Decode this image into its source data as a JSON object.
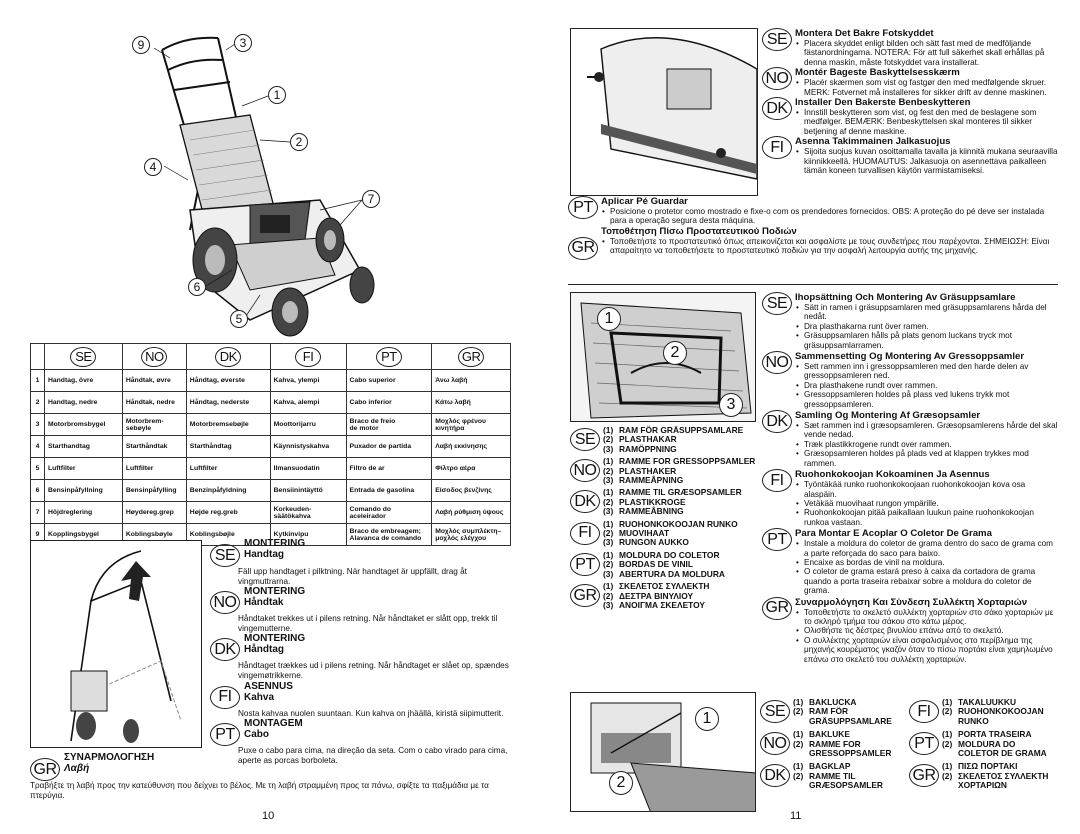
{
  "page_left_number": "10",
  "page_right_number": "11",
  "lang": {
    "se": "SE",
    "no": "NO",
    "dk": "DK",
    "fi": "FI",
    "pt": "PT",
    "gr": "GR"
  },
  "mower_callouts": [
    "9",
    "3",
    "1",
    "2",
    "4",
    "7",
    "6",
    "5"
  ],
  "parts_table": {
    "headers": [
      "SE",
      "NO",
      "DK",
      "FI",
      "PT",
      "GR"
    ],
    "rows": [
      [
        "1",
        "Handtag, övre",
        "Håndtak, øvre",
        "Håndtag, øverste",
        "Kahva, ylempi",
        "Cabo superior",
        "Άνω λαβή"
      ],
      [
        "2",
        "Handtag, nedre",
        "Håndtak, nedre",
        "Håndtag, nederste",
        "Kahva, alempi",
        "Cabo inferior",
        "Κάτω λαβή"
      ],
      [
        "3",
        "Motorbromsbygel",
        "Motorbrem-\nsebøyle",
        "Motorbremsebøjle",
        "Moottorijarru",
        "Braco de freio\nde motor",
        "Μοχλός φρένου\nκινητήρα"
      ],
      [
        "4",
        "Starthandtag",
        "Starthåndtak",
        "Starthåndtag",
        "Käynnistyskahva",
        "Puxador de partida",
        "Λαβή εκκίνησης"
      ],
      [
        "5",
        "Luftfilter",
        "Luftfilter",
        "Luftfilter",
        "Ilmansuodatin",
        "Filtro de ar",
        "Φίλτρο αέρα"
      ],
      [
        "6",
        "Bensinpåfyllning",
        "Bensinpåfylling",
        "Benzinpåfyldning",
        "Bensiinintäyttö",
        "Entrada de gasolina",
        "Είσοδος βενζίνης"
      ],
      [
        "7",
        "Höjdreglering",
        "Høydereg.grep",
        "Højde reg.greb",
        "Korkeuden-\nsäätökahva",
        "Comando do\naceleirador",
        "Λαβή ρύθμιση ύψους"
      ],
      [
        "9",
        "Kopplingsbygel",
        "Koblingsbøyle",
        "Koblingsbøjle",
        "Kytkinvipu",
        "Braco de embreagem;\nAlavanca de comando",
        "Μοχλός συμπλέκτη–\nμοχλός ελέγχου"
      ]
    ]
  },
  "handle_section": {
    "se_title1": "MONTERING",
    "se_title2": "Handtag",
    "se_text": "Fäll upp handtaget i pilktning. När handtaget är uppfällt, drag åt vingmuttrarna.",
    "no_title1": "MONTERING",
    "no_title2": "Håndtak",
    "no_text": "Håndtaket trekkes ut i pilens retning. Når håndtaket er slått opp, trekk til vingemutterne.",
    "dk_title1": "MONTERING",
    "dk_title2": "Håndtag",
    "dk_text": "Håndtaget trækkes ud i pilens retning. Når håndtaget er slået op, spændes vingemøtrikkerne.",
    "fi_title1": "ASENNUS",
    "fi_title2": "Kahva",
    "fi_text": "Nosta kahvaa nuolen suuntaan. Kun kahva on jhäällä, kiristä siipimutterit.",
    "pt_title1": "MONTAGEM",
    "pt_title2": "Cabo",
    "pt_text": "Puxe o cabo para cima, na direção da seta. Com o cabo virado para cima, aperte as porcas borboleta.",
    "gr_title1": "ΣΥΝΑΡΜΟΛΟΓΗΣΗ",
    "gr_title2": "Λαβή",
    "gr_text": "Τραβήξτε τη λαβή προς την κατεύθυνση που δείχνει το βέλος. Με τη λαβή στραμμένη προς τα πάνω, σφίξτε τα παξιμάδια με τα πτερύγια."
  },
  "rear_guard": {
    "se_title": "Montera Det Bakre Fotskyddet",
    "se_text": "Placera skyddet enligt bilden och sätt fast med de medföljande fästanordningarna. NOTERA: För att full säkerhet skall erhållas på denna maskin, måste fotskyddet vara installerat.",
    "no_title": "Montér Bageste Baskyttelsesskærm",
    "no_text": "Placér skærmen som vist og fastgør den med medfølgende skruer. MERK: Fotvernet må installeres for sikker drift av denne maskinen.",
    "dk_title": "Installer Den Bakerste Benbeskytteren",
    "dk_text": "Innstill beskytteren som vist, og fest den med de beslagene som medfølger. BEMÆRK: Benbeskyttelsen skal monteres til sikker betjening af denne maskine.",
    "fi_title": "Asenna Takimmainen Jalkasuojus",
    "fi_text": "Sijoita suojus kuvan osoittamalla tavalla ja kiinnitä mukana seuraavilla kiinnikkeellä. HUOMAUTUS: Jalkasuoja on asennettava paikalleen tämän koneen turvallisen käytön varmistamiseksi.",
    "pt_title": "Aplicar Pé Guardar",
    "pt_text": "Posicione o protetor como mostrado e fixe-o com os prendedores fornecidos. OBS: A proteção do pé deve ser instalada para a operação segura desta máquina.",
    "gr_title": "Τοποθέτηση Πίσω Προστατευτικού Ποδιών",
    "gr_text": "Τοποθετήστε το προστατευτικό όπως απεικονίζεται και ασφαλίστε με τους συνδετήρες που παρέχονται. ΣΗΜΕΙΩΣΗ: Είναι απαραίτητο να τοποθετήσετε το προστατευτικό ποδιών για την ασφαλή λειτουργία αυτής της μηχανής."
  },
  "bag_legend": {
    "se": [
      "(1)",
      "RAM FÖR GRÄSUPPSAMLARE",
      "(2)",
      "PLASTHAKAR",
      "(3)",
      "RAMÖPPNING"
    ],
    "no": [
      "(1)",
      "RAMME FOR GRESSOPPSAMLER",
      "(2)",
      "PLASTHAKER",
      "(3)",
      "RAMMEÅPNING"
    ],
    "dk": [
      "(1)",
      "RAMME TIL GRÆSOPSAMLER",
      "(2)",
      "PLASTIKKROGE",
      "(3)",
      "RAMMEÅBNING"
    ],
    "fi": [
      "(1)",
      "RUOHONKOKOOJAN RUNKO",
      "(2)",
      "MUOVIHAAT",
      "(3)",
      "RUNGON AUKKO"
    ],
    "pt": [
      "(1)",
      "MOLDURA DO COLETOR",
      "(2)",
      "BORDAS DE VINIL",
      "(3)",
      "ABERTURA DA MOLDURA"
    ],
    "gr": [
      "(1)",
      "ΣΚΕΛΕΤΟΣ ΣΥΛΛΕΚΤΗ",
      "(2)",
      "ΔΕΣΤΡΑ ΒΙΝΥΛΙΟΥ",
      "(3)",
      "ΑΝΟΙΓΜΑ ΣΚΕΛΕΤΟΥ"
    ]
  },
  "bag_assembly": {
    "se_title": "Ihopsättning Och Montering Av Gräsuppsamlare",
    "se_items": [
      "Sätt in ramen i gräsuppsamlaren med gräsuppsamlarens hårda del nedåt.",
      "Dra plasthakarna runt över ramen.",
      "Gräsuppsamlaren hålls på plats genom luckans tryck mot gräsuppsamlarramen."
    ],
    "no_title": "Sammensetting Og Montering Av Gressoppsamler",
    "no_items": [
      "Sett rammen inn i gressoppsamleren med den harde delen av gressoppsamleren ned.",
      "Dra plasthakene rundt over rammen.",
      "Gressoppsamleren holdes på plass ved lukens trykk mot gressoppsamleren."
    ],
    "dk_title": "Samling Og Montering Af Græsopsamler",
    "dk_items": [
      "Sæt rammen ind i græsopsamleren. Græsopsamlerens hårde del skal vende nedad.",
      "Træk plastikkrogene rundt over rammen.",
      "Græsopsamleren holdes på plads ved at klappen trykkes mod rammen."
    ],
    "fi_title": "Ruohonkokoojan Kokoaminen Ja Asennus",
    "fi_items": [
      "Työntäkää runko ruohonkokoojaan ruohonkokoojan kova osa alaspäin.",
      "Vetäkää muovihaat rungon ympärille.",
      "Ruohonkokoojan pitää paikallaan luukun paine ruohonkokoojan runkoa vastaan."
    ],
    "pt_title": "Para Montar E Acoplar O Coletor De Grama",
    "pt_items": [
      "Instale a moldura do coletor de grama dentro do saco de grama com a parte reforçada do saco para baixo.",
      "Encaixe as bordas de vinil na moldura.",
      "O coletor de grama estará preso à caixa da cortadora de grama quando a porta traseira rebaixar sobre a moldura do coletor de grama."
    ],
    "gr_title": "Συναρμολόγηση Και Σύνδεση Συλλέκτη Χορταριών",
    "gr_items": [
      "Τοποθετήστε το σκελετό συλλέκτη χορταριών στο σάκο χορταριών με το σκληρό τμήμα του σάκου στο κάτω μέρος.",
      "Ολισθήστε τις δέστρες βινυλίου επάνω από το σκελετό.",
      "Ο συλλέκτης χορταριών είναι ασφαλισμένος στο περίβλημα της μηχανής κουρέματος γκαζόν όταν το πίσω πορτάκι είναι χαμηλωμένο επάνω στο σκελετό του συλλέκτη χορταριών."
    ]
  },
  "install_legend": {
    "se": [
      "(1)",
      "BAKLUCKA",
      "(2)",
      "RAM FÖR GRÄSUPPSAMLARE"
    ],
    "fi": [
      "(1)",
      "TAKALUUKKU",
      "(2)",
      "RUOHONKOKOOJAN RUNKO"
    ],
    "no": [
      "(1)",
      "BAKLUKE",
      "(2)",
      "RAMME FOR GRESSOPPSAMLER"
    ],
    "pt": [
      "(1)",
      "PORTA TRASEIRA",
      "(2)",
      "MOLDURA DO COLETOR DE GRAMA"
    ],
    "dk": [
      "(1)",
      "BAGKLAP",
      "(2)",
      "RAMME TIL GRÆSOPSAMLER"
    ],
    "gr": [
      "(1)",
      "ΠΙΣΩ ΠΟΡΤΑΚΙ",
      "(2)",
      "ΣΚΕΛΕΤΟΣ ΣΥΛΛΕΚΤΗ ΧΟΡΤΑΡΙΩΝ"
    ]
  },
  "fig_nums": {
    "one": "1",
    "two": "2",
    "three": "3"
  }
}
